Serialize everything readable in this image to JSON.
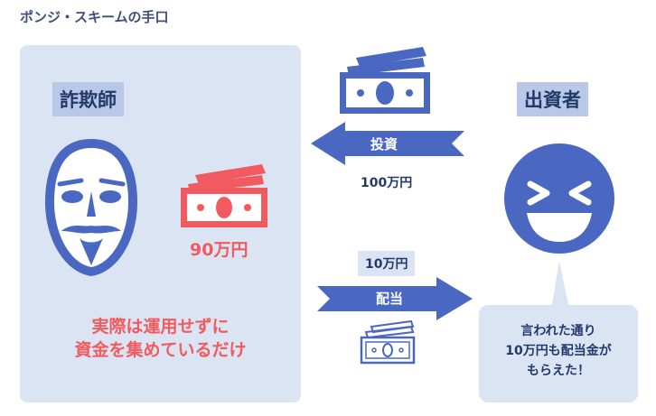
{
  "title": "ポンジ・スキームの手口",
  "swindler": {
    "label": "詐欺師",
    "kept_amount": "90万円",
    "note_line1": "実際は運用せずに",
    "note_line2": "資金を集めているだけ"
  },
  "investor": {
    "label": "出資者",
    "speech_line1": "言われた通り",
    "speech_line2": "10万円も配当金が",
    "speech_line3": "もらえた！"
  },
  "flows": {
    "invest_label": "投資",
    "invest_amount": "100万円",
    "dividend_amount": "10万円",
    "dividend_label": "配当"
  },
  "colors": {
    "panel": "#dbe4f3",
    "blue": "#4a68c2",
    "red": "#f15a5f",
    "navy": "#223a6b"
  }
}
